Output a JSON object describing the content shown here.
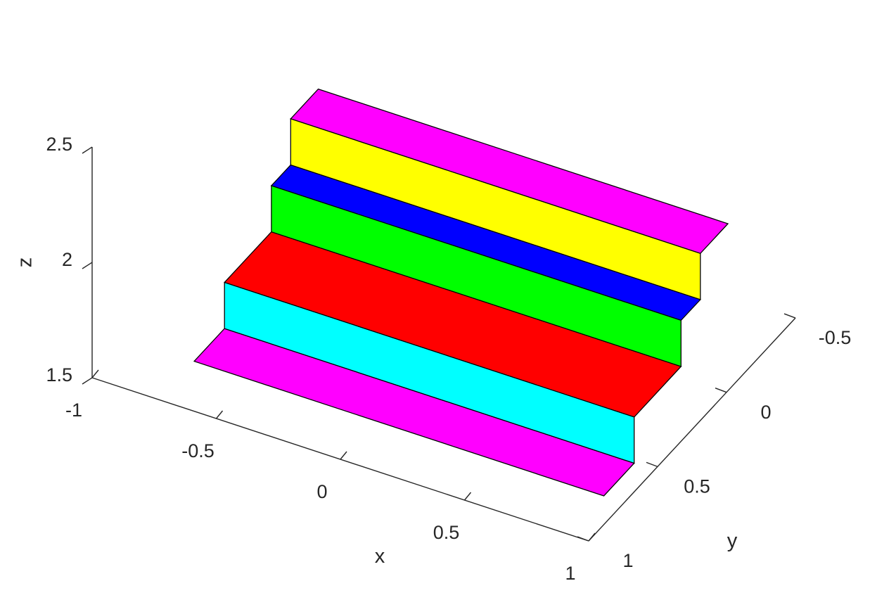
{
  "chart_data": {
    "type": "surface3d",
    "title": "",
    "xlabel": "x",
    "ylabel": "y",
    "zlabel": "z",
    "xlim": [
      -1,
      1
    ],
    "ylim": [
      -0.5,
      1
    ],
    "zlim": [
      1.5,
      2.5
    ],
    "xticks": [
      "-1",
      "-0.5",
      "0",
      "0.5",
      "1"
    ],
    "yticks": [
      "-0.5",
      "0",
      "0.5",
      "1"
    ],
    "zticks": [
      "1.5",
      "2",
      "2.5"
    ],
    "x_range": [
      -0.6,
      1.05
    ],
    "faces": [
      {
        "kind": "flat",
        "y": [
          0.76,
          0.98
        ],
        "z": 1.7,
        "color": "#ff00ff"
      },
      {
        "kind": "riser",
        "y": 0.76,
        "z": [
          1.7,
          1.9
        ],
        "color": "#00ffff"
      },
      {
        "kind": "flat",
        "y": [
          0.42,
          0.76
        ],
        "z": 1.9,
        "color": "#ff0000"
      },
      {
        "kind": "riser",
        "y": 0.42,
        "z": [
          1.9,
          2.1
        ],
        "color": "#00ff00"
      },
      {
        "kind": "flat",
        "y": [
          0.28,
          0.42
        ],
        "z": 2.1,
        "color": "#0000ff"
      },
      {
        "kind": "riser",
        "y": 0.28,
        "z": [
          2.1,
          2.3
        ],
        "color": "#ffff00"
      },
      {
        "kind": "flat",
        "y": [
          0.08,
          0.28
        ],
        "z": 2.3,
        "color": "#ff00ff"
      }
    ]
  }
}
